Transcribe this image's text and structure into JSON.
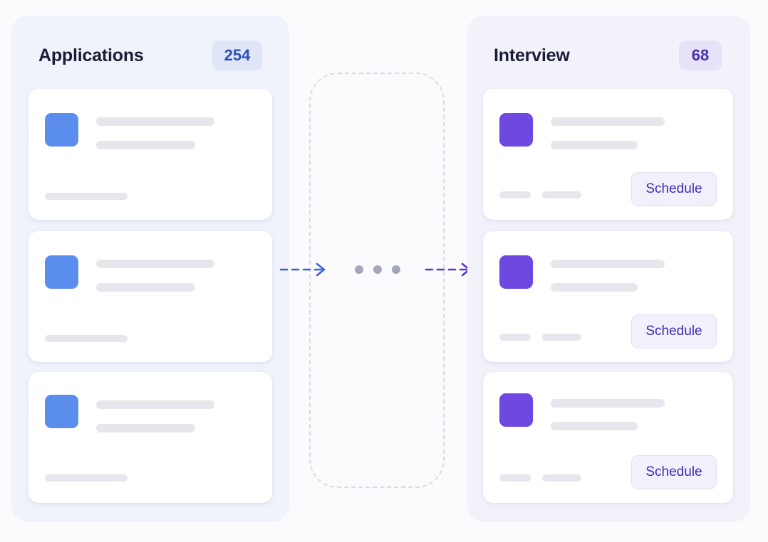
{
  "colors": {
    "applications_accent": "#5b8def",
    "interview_accent": "#6e48e0",
    "arrow_left": "#3d5fd8",
    "arrow_right": "#5a32d6"
  },
  "applications": {
    "title": "Applications",
    "count": "254",
    "cards": [
      {},
      {},
      {}
    ]
  },
  "interview": {
    "title": "Interview",
    "count": "68",
    "cards": [
      {
        "button_label": "Schedule"
      },
      {
        "button_label": "Schedule"
      },
      {
        "button_label": "Schedule"
      }
    ]
  },
  "icons": {
    "arrow_in": "arrow-right-icon",
    "arrow_out": "arrow-right-icon",
    "more": "ellipsis-icon"
  }
}
